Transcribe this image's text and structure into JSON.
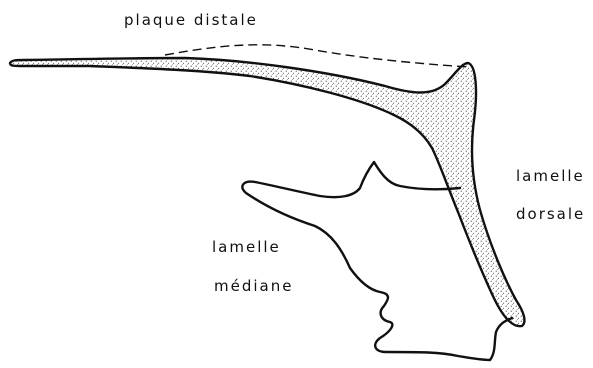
{
  "labels": {
    "plaque_distale": "plaque distale",
    "lamelle_dorsale_line1": "lamelle",
    "lamelle_dorsale_line2": "dorsale",
    "lamelle_mediane_line1": "lamelle",
    "lamelle_mediane_line2": "médiane"
  },
  "colors": {
    "ink": "#111111",
    "stipple": "#222222",
    "background": "#ffffff"
  }
}
